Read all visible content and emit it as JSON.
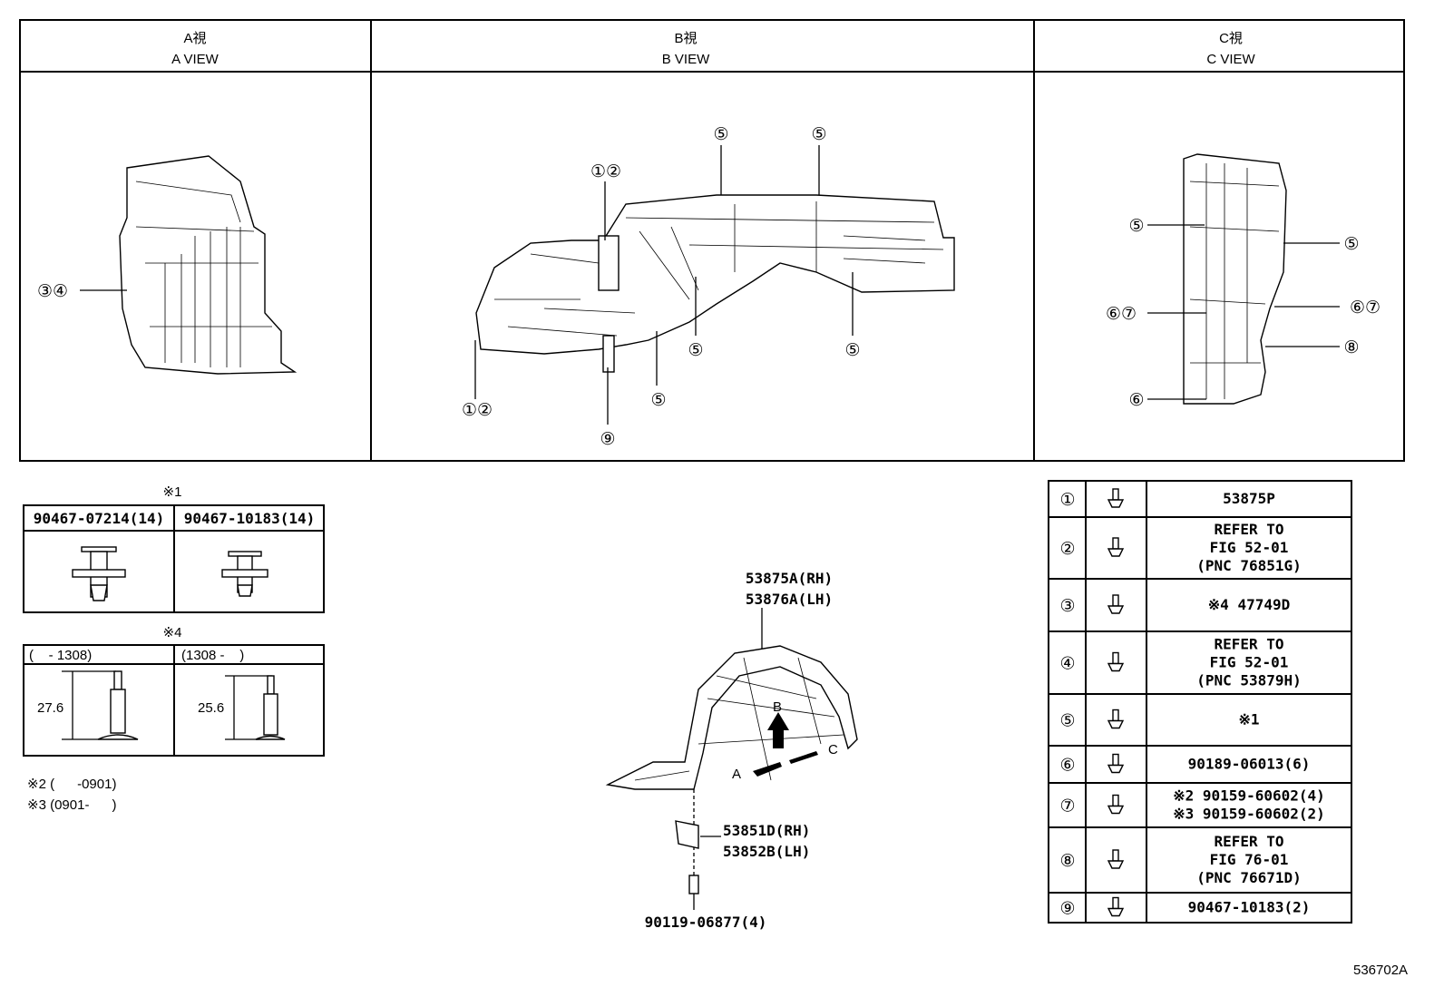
{
  "views": [
    {
      "jp": "A視",
      "en": "A VIEW"
    },
    {
      "jp": "B視",
      "en": "B VIEW"
    },
    {
      "jp": "C視",
      "en": "C VIEW"
    }
  ],
  "callouts": {
    "a_view": [
      "③④"
    ],
    "b_view": [
      "①②",
      "⑤",
      "⑤",
      "⑤",
      "⑤",
      "⑤",
      "①②",
      "⑨"
    ],
    "c_view": [
      "⑤",
      "⑤",
      "⑥⑦",
      "⑥⑦",
      "⑧",
      "⑥"
    ]
  },
  "note1": {
    "title": "※1",
    "columns": [
      "90467-07214(14)",
      "90467-10183(14)"
    ]
  },
  "note4": {
    "title": "※4",
    "columns": [
      "(    - 1308)",
      "(1308 -    )"
    ],
    "dimensions": [
      "27.6",
      "25.6"
    ]
  },
  "footnotes": [
    "※2 (      -0901)",
    "※3 (0901-      )"
  ],
  "main_parts": {
    "liner": [
      "53875A(RH)",
      "53876A(LH)"
    ],
    "shield": [
      "53851D(RH)",
      "53852B(LH)"
    ],
    "bolt": "90119-06877(4)",
    "arrows": [
      "B",
      "A",
      "C"
    ]
  },
  "legend_table": [
    {
      "num": "①",
      "icon": "screw-icon",
      "lines": [
        "53875P"
      ]
    },
    {
      "num": "②",
      "icon": "clip-nut-icon",
      "lines": [
        "REFER TO",
        "FIG 52-01",
        "(PNC 76851G)"
      ]
    },
    {
      "num": "③",
      "icon": "pin-clip-icon",
      "lines": [
        "※4 47749D"
      ]
    },
    {
      "num": "④",
      "icon": "retainer-icon",
      "lines": [
        "REFER TO",
        "FIG 52-01",
        "(PNC 53879H)"
      ]
    },
    {
      "num": "⑤",
      "icon": "push-clip-icon",
      "lines": [
        "※1"
      ]
    },
    {
      "num": "⑥",
      "icon": "nut-icon",
      "lines": [
        "90189-06013(6)"
      ]
    },
    {
      "num": "⑦",
      "icon": "screw-icon",
      "lines": [
        "※2 90159-60602(4)",
        "※3 90159-60602(2)"
      ]
    },
    {
      "num": "⑧",
      "icon": "push-clip-icon",
      "lines": [
        "REFER TO",
        "FIG 76-01",
        "(PNC 76671D)"
      ]
    },
    {
      "num": "⑨",
      "icon": "push-clip-icon",
      "lines": [
        "90467-10183(2)"
      ]
    }
  ],
  "figure_id": "536702A"
}
